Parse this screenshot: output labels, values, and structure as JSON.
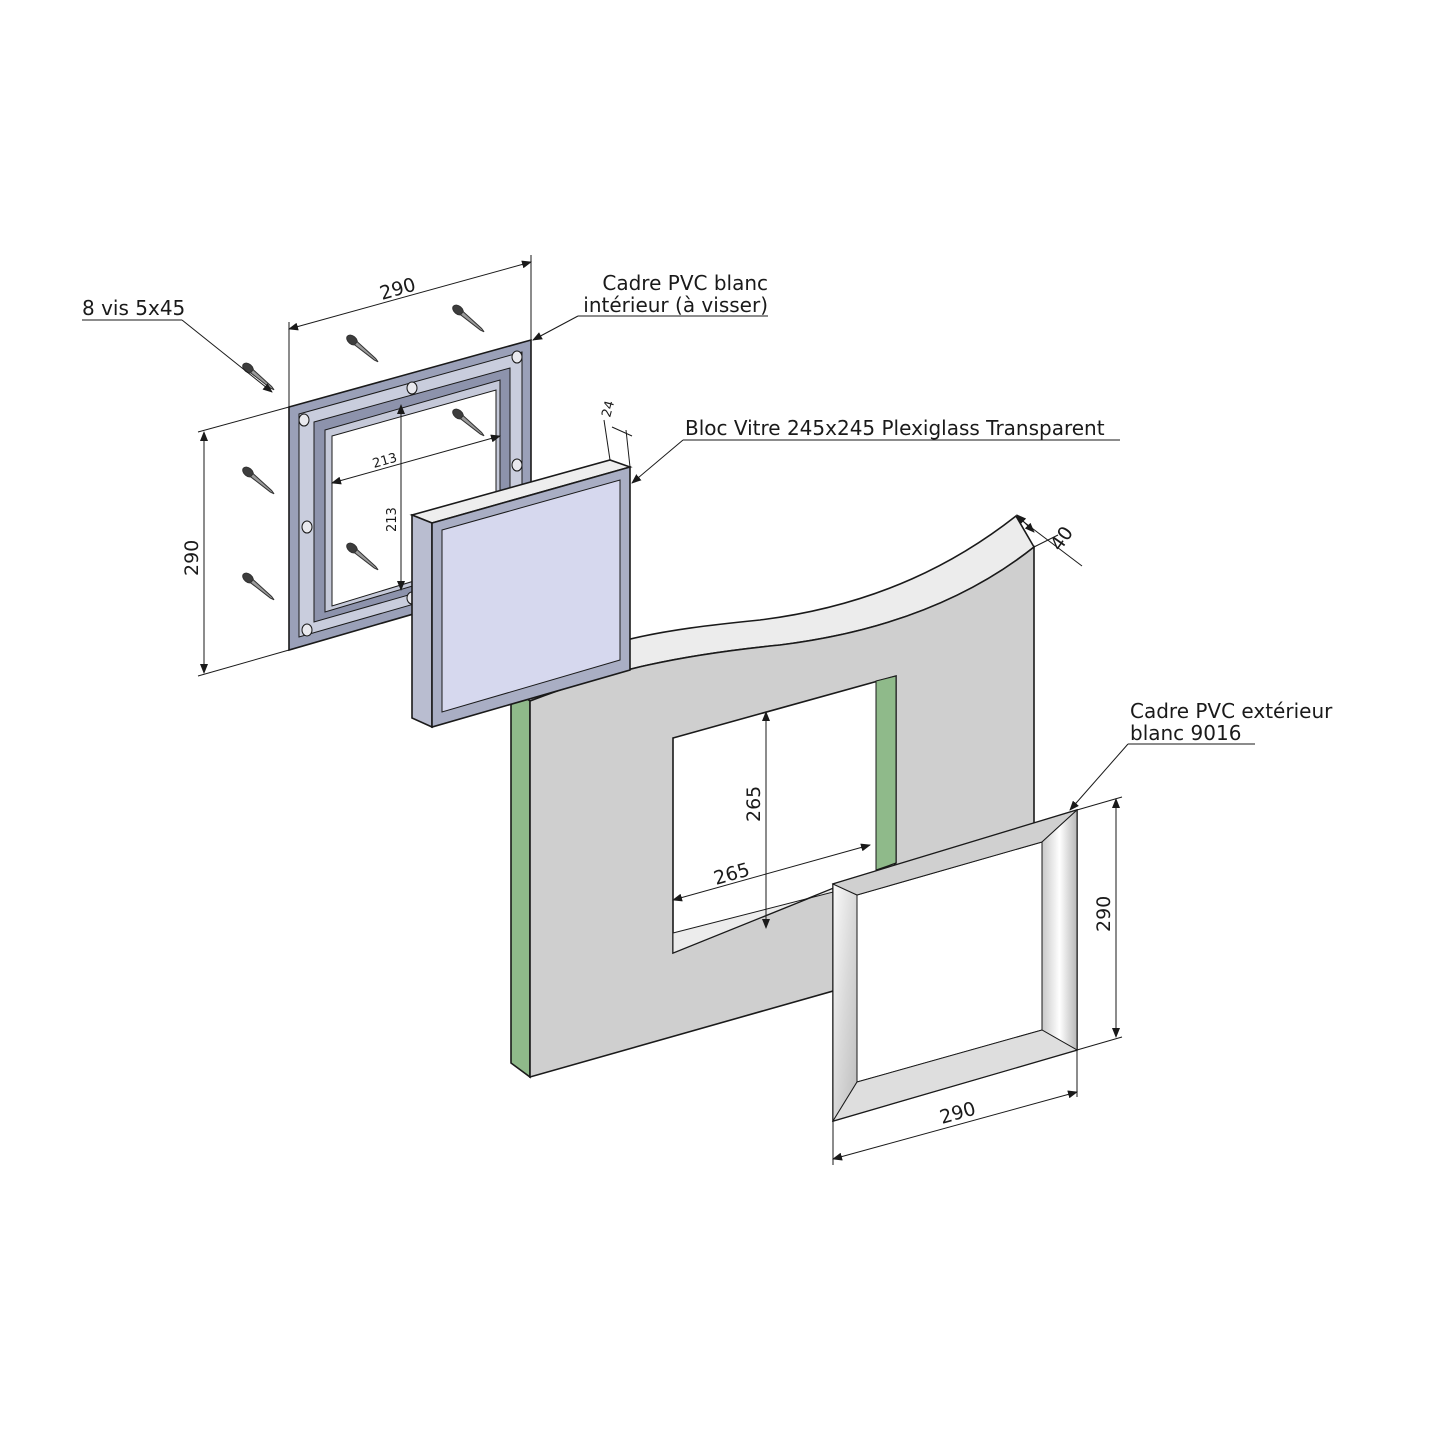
{
  "labels": {
    "screws": "8 vis 5x45",
    "inner_frame_1": "Cadre PVC blanc",
    "inner_frame_2": "intérieur (à visser)",
    "glass_block": "Bloc Vitre 245x245 Plexiglass Transparent",
    "outer_frame_1": "Cadre PVC extérieur",
    "outer_frame_2": "blanc 9016"
  },
  "dimensions": {
    "inner_width": "290",
    "inner_height": "290",
    "inner_opening_w": "213",
    "inner_opening_h": "213",
    "glass_thickness": "24",
    "wall_thickness": "40",
    "opening_w": "265",
    "opening_h": "265",
    "outer_width": "290",
    "outer_height": "290"
  },
  "colors": {
    "wall_face": "#cfcfcf",
    "wall_top": "#ececec",
    "wall_side": "#8fba8a",
    "inner_frame": "#9aa0b8",
    "glass": "#d6d8ee",
    "outer_frame": "#e6e6e6"
  }
}
